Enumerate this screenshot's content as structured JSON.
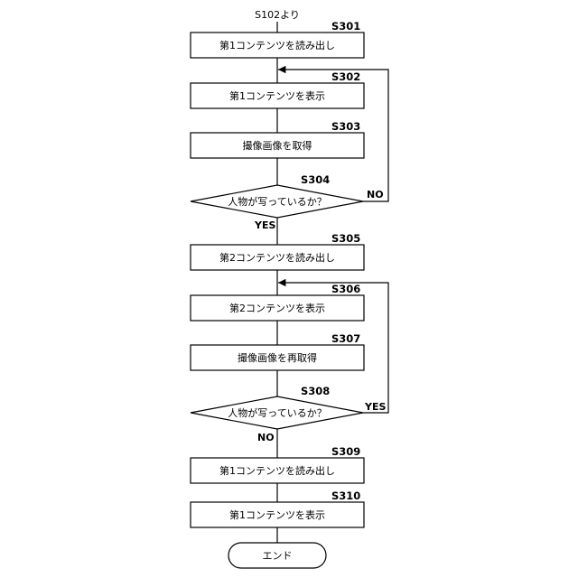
{
  "start_label": "S102より",
  "steps": [
    {
      "id": "S301",
      "text": "第1コンテンツを読み出し"
    },
    {
      "id": "S302",
      "text": "第1コンテンツを表示"
    },
    {
      "id": "S303",
      "text": "撮像画像を取得"
    },
    {
      "id": "S304",
      "text": "人物が写っているか？"
    },
    {
      "id": "S305",
      "text": "第2コンテンツを読み出し"
    },
    {
      "id": "S306",
      "text": "第2コンテンツを表示"
    },
    {
      "id": "S307",
      "text": "撮像画像を再取得"
    },
    {
      "id": "S308",
      "text": "人物が写っているか？"
    },
    {
      "id": "S309",
      "text": "第1コンテンツを読み出し"
    },
    {
      "id": "S310",
      "text": "第1コンテンツを表示"
    }
  ],
  "branches": {
    "s304_no": "NO",
    "s304_yes": "YES",
    "s308_yes": "YES",
    "s308_no": "NO"
  },
  "end_label": "エンド"
}
